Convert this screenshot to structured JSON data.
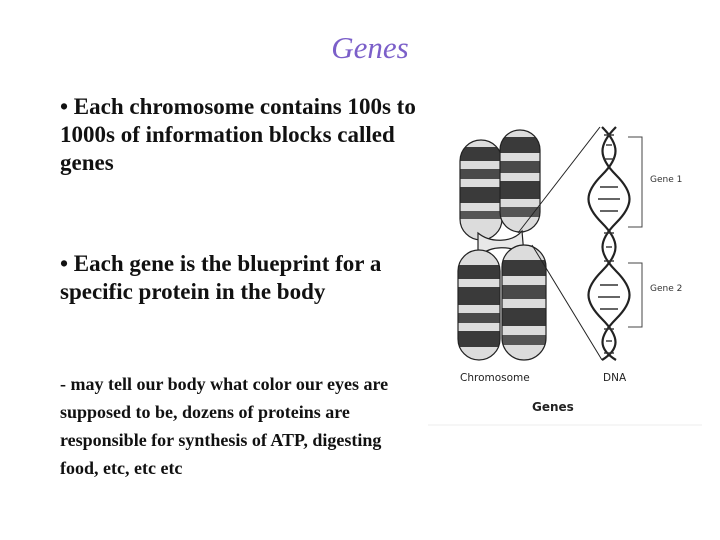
{
  "slide": {
    "title": "Genes",
    "bullets": [
      "• Each chromosome contains 100s to 1000s of information blocks called genes",
      "• Each gene is the blueprint for a specific protein in the body"
    ],
    "sub_bullet": "- may tell our body what color our eyes are supposed to be, dozens of proteins are responsible for synthesis of ATP, digesting food, etc, etc etc"
  },
  "figure": {
    "gene1_label": "Gene 1",
    "gene2_label": "Gene 2",
    "chromosome_label": "Chromosome",
    "dna_label": "DNA",
    "caption": "Genes"
  },
  "colors": {
    "title": "#7b5fc9",
    "text": "#111111",
    "chromosome_dark": "#3a3a3a",
    "chromosome_light": "#dcdcdc"
  }
}
